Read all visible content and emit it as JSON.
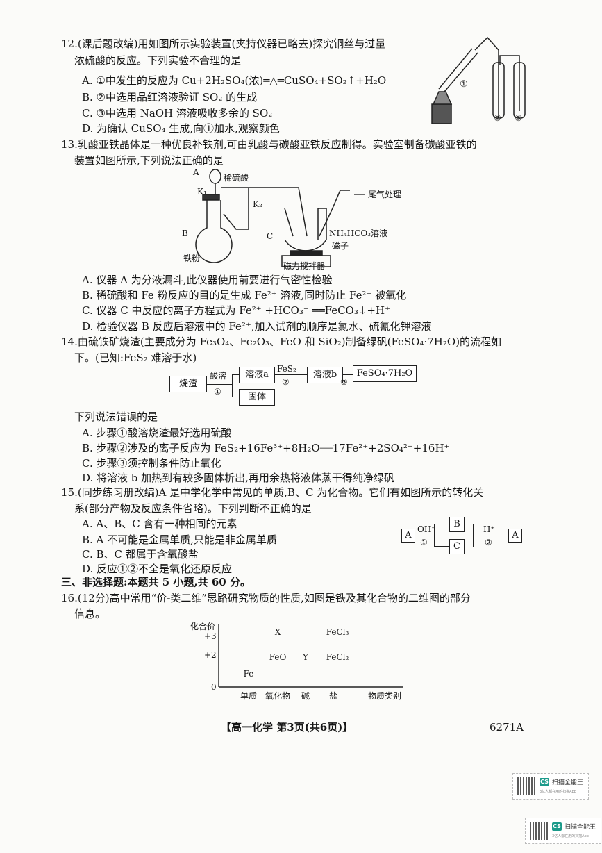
{
  "q12": {
    "stem1": "12.(课后题改编)用如图所示实验装置(夹持仪器已略去)探究铜丝与过量",
    "stem2": "浓硫酸的反应。下列实验不合理的是",
    "options": [
      "A. ①中发生的反应为 Cu+2H₂SO₄(浓)═△═CuSO₄+SO₂↑+H₂O",
      "B. ②中选用品红溶液验证 SO₂ 的生成",
      "C. ③中选用 NaOH 溶液吸收多余的 SO₂",
      "D. 为确认 CuSO₄ 生成,向①加水,观察颜色"
    ],
    "figure_labels": [
      "①",
      "②",
      "③"
    ]
  },
  "q13": {
    "stem1": "13.乳酸亚铁晶体是一种优良补铁剂,可由乳酸与碳酸亚铁反应制得。实验室制备碳酸亚铁的",
    "stem2": "装置如图所示,下列说法正确的是",
    "figure_labels": {
      "a": "A",
      "acid": "稀硫酸",
      "k1": "K₁",
      "k2": "K₂",
      "b": "B",
      "iron": "铁粉",
      "c": "C",
      "solution": "NH₄HCO₃溶液",
      "stirbar": "磁子",
      "stirrer": "磁力搅拌器",
      "exhaust": "尾气处理"
    },
    "options": [
      "A. 仪器 A 为分液漏斗,此仪器使用前要进行气密性检验",
      "B. 稀硫酸和 Fe 粉反应的目的是生成 Fe²⁺ 溶液,同时防止 Fe²⁺ 被氧化",
      "C. 仪器 C 中反应的离子方程式为 Fe²⁺ +HCO₃⁻ ══FeCO₃↓+H⁺",
      "D. 检验仪器 B 反应后溶液中的 Fe²⁺,加入试剂的顺序是氯水、硫氰化钾溶液"
    ]
  },
  "q14": {
    "stem1": "14.由硫铁矿烧渣(主要成分为 Fe₃O₄、Fe₂O₃、FeO 和 SiO₂)制备绿矾(FeSO₄·7H₂O)的流程如",
    "stem2": "下。(已知:FeS₂ 难溶于水)",
    "flow": {
      "start": "烧渣",
      "step1": "酸溶",
      "n1": "①",
      "sol_a": "溶液a",
      "solid": "固体",
      "reagent2": "FeS₂",
      "n2": "②",
      "sol_b": "溶液b",
      "n3": "③",
      "product": "FeSO₄·7H₂O"
    },
    "prompt": "下列说法错误的是",
    "options": [
      "A. 步骤①酸溶烧渣最好选用硫酸",
      "B. 步骤②涉及的离子反应为 FeS₂+16Fe³⁺+8H₂O══17Fe²⁺+2SO₄²⁻+16H⁺",
      "C. 步骤③须控制条件防止氧化",
      "D. 将溶液 b 加热到有较多固体析出,再用余热将液体蒸干得纯净绿矾"
    ]
  },
  "q15": {
    "stem1": "15.(同步练习册改编)A 是中学化学中常见的单质,B、C 为化合物。它们有如图所示的转化关",
    "stem2": "系(部分产物及反应条件省略)。下列判断不正确的是",
    "options": [
      "A. A、B、C 含有一种相同的元素",
      "B. A 不可能是金属单质,只能是非金属单质",
      "C. B、C 都属于含氧酸盐",
      "D. 反应①②不全是氧化还原反应"
    ],
    "flow": {
      "a": "A",
      "b": "B",
      "c": "C",
      "oh": "OH⁻",
      "n1": "①",
      "h": "H⁺",
      "n2": "②",
      "a2": "A"
    }
  },
  "section3": "三、非选择题:本题共 5 小题,共 60 分。",
  "q16": {
    "stem1": "16.(12分)高中常用“价-类二维”思路研究物质的性质,如图是铁及其化合物的二维图的部分",
    "stem2": "信息。",
    "figure": {
      "ylabel": "化合价",
      "xlabel": "物质类别",
      "yticks": [
        "+3",
        "+2",
        "0"
      ],
      "categories": [
        "单质",
        "氧化物",
        "碱",
        "盐"
      ],
      "points": [
        {
          "label": "Fe",
          "category": "单质",
          "valence": 0
        },
        {
          "label": "X",
          "category": "氧化物",
          "valence": 3
        },
        {
          "label": "FeO",
          "category": "氧化物",
          "valence": 2
        },
        {
          "label": "Y",
          "category": "碱",
          "valence": 2
        },
        {
          "label": "FeCl₃",
          "category": "盐",
          "valence": 3
        },
        {
          "label": "FeCl₂",
          "category": "盐",
          "valence": 2
        }
      ]
    }
  },
  "footer": {
    "title": "【高一化学 第3页(共6页)】",
    "code": "6271A"
  },
  "watermark": {
    "brand": "扫描全能王",
    "logo": "CS",
    "sub": "3亿人都在用的扫描App"
  }
}
